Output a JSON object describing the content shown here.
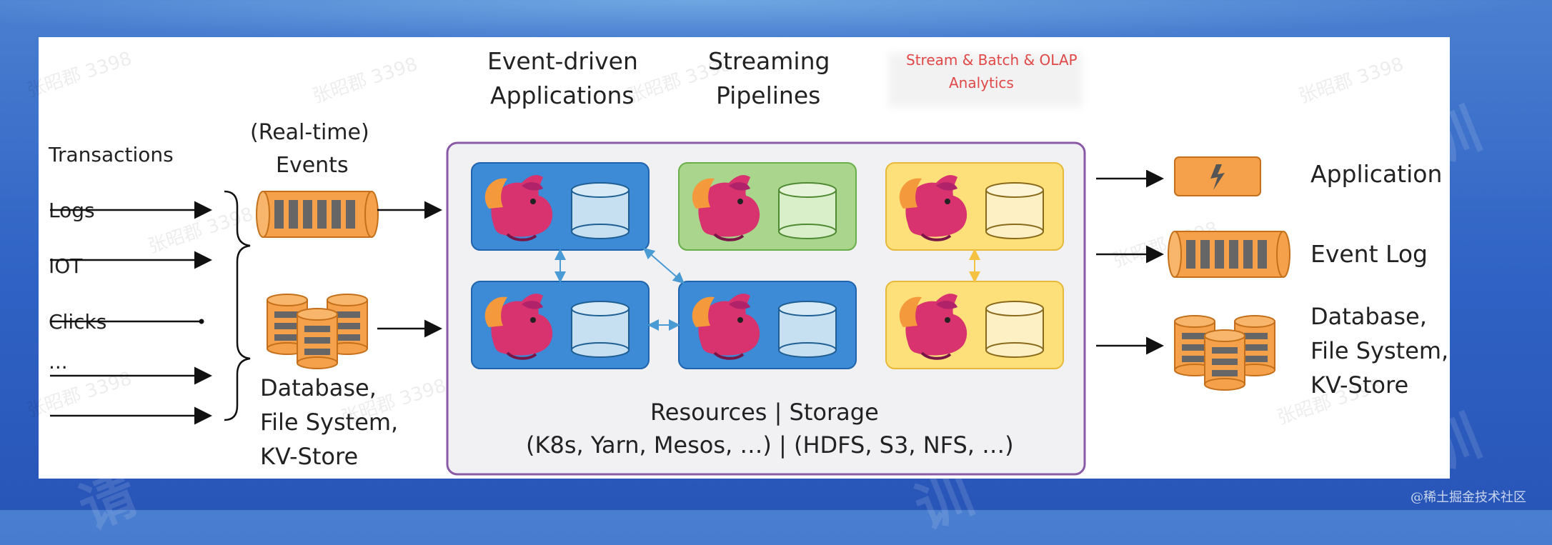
{
  "inputs": {
    "sources": [
      "Transactions",
      "Logs",
      "IOT",
      "Clicks",
      "..."
    ],
    "events_label_line1": "(Real-time)",
    "events_label_line2": "Events",
    "storage_label_line1": "Database,",
    "storage_label_line2": "File System,",
    "storage_label_line3": "KV-Store"
  },
  "headers": {
    "event_driven_line1": "Event-driven",
    "event_driven_line2": "Applications",
    "streaming_line1": "Streaming",
    "streaming_line2": "Pipelines",
    "olap_line1": "Stream & Batch & OLAP",
    "olap_line2": "Analytics"
  },
  "cluster": {
    "resources_line1": "Resources | Storage",
    "resources_line2": "(K8s, Yarn, Mesos, …) | (HDFS, S3, NFS, …)"
  },
  "outputs": {
    "application": "Application",
    "event_log": "Event Log",
    "storage_line1": "Database,",
    "storage_line2": "File System,",
    "storage_line3": "KV-Store"
  },
  "watermark_text": "张昭郡 3398",
  "footer": "@稀土掘金技术社区",
  "colors": {
    "blue_box": "#3d8ad6",
    "green_box": "#a9d58c",
    "yellow_box": "#fde07a",
    "orange_icon": "#f5a04a",
    "cluster_border": "#8a5aa8",
    "olap_text": "#e04848"
  }
}
